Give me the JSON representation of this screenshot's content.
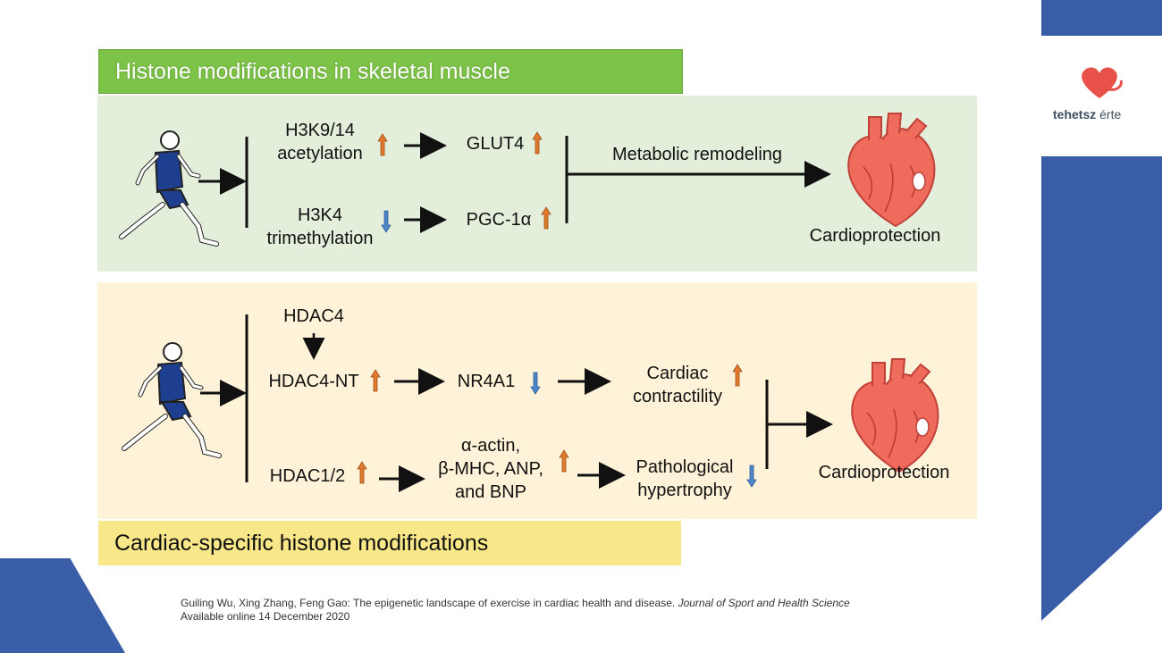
{
  "slide": {
    "logo": {
      "word_bold": "tehetsz",
      "word_light": "érte"
    },
    "top_panel": {
      "header": "Histone modifications in skeletal muscle",
      "mark_a_line1": "H3K9/14",
      "mark_a_line2": "acetylation",
      "mark_b_line1": "H3K4",
      "mark_b_line2": "trimethylation",
      "target_a": "GLUT4",
      "target_b": "PGC-1α",
      "outcome": "Metabolic remodeling",
      "result": "Cardioprotection"
    },
    "bottom_panel": {
      "header": "Cardiac-specific histone modifications",
      "hdac4": "HDAC4",
      "hdac4_nt": "HDAC4-NT",
      "nr4a1": "NR4A1",
      "contract_line1": "Cardiac",
      "contract_line2": "contractility",
      "hdac12": "HDAC1/2",
      "genes_line1": "α-actin,",
      "genes_line2": "β-MHC, ANP,",
      "genes_line3": "and BNP",
      "hyper_line1": "Pathological",
      "hyper_line2": "hypertrophy",
      "result": "Cardioprotection"
    },
    "citation": {
      "authors_title": "Guiling Wu, Xing Zhang, Feng Gao: The epigenetic landscape of exercise in cardiac health and disease. ",
      "journal": "Journal of Sport and Health Science",
      "online": "Available online 14 December 2020"
    },
    "colors": {
      "accent_blue": "#3A5DA8",
      "green_header": "#7DC348",
      "green_panel": "#E3EFDA",
      "yellow_header": "#F9E889",
      "yellow_panel": "#FEF3D8",
      "up_arrow": "#E07A2E",
      "down_arrow": "#4A86C8",
      "heart": "#E8504A"
    },
    "icons": [
      "running-man-icon",
      "heart-icon",
      "up-arrow-icon",
      "down-arrow-icon",
      "right-arrow-icon"
    ]
  }
}
